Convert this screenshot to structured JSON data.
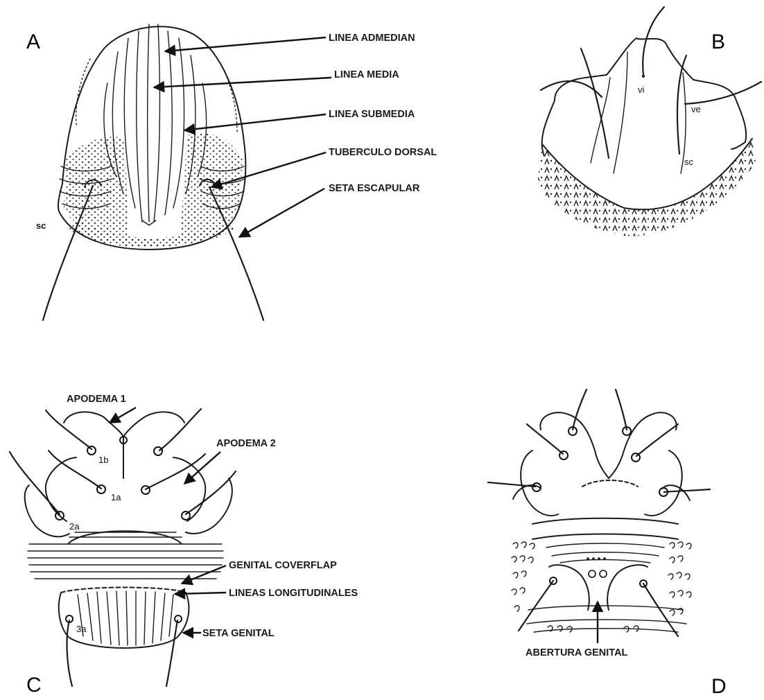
{
  "panels": {
    "a": {
      "letter": "A"
    },
    "b": {
      "letter": "B"
    },
    "c": {
      "letter": "C"
    },
    "d": {
      "letter": "D"
    }
  },
  "panel_a": {
    "labels": {
      "linea_admedian": "LINEA ADMEDIAN",
      "linea_media": "LINEA MEDIA",
      "linea_submedia": "LINEA SUBMEDIA",
      "tuberculo_dorsal": "TUBERCULO DORSAL",
      "seta_escapular": "SETA ESCAPULAR",
      "sc": "sc"
    }
  },
  "panel_b": {
    "labels": {
      "vi": "vi",
      "ve": "ve",
      "sc": "sc"
    }
  },
  "panel_c": {
    "labels": {
      "apodema_1": "APODEMA 1",
      "apodema_2": "APODEMA 2",
      "genital_coverflap": "GENITAL COVERFLAP",
      "lineas_longitudinales": "LINEAS LONGITUDINALES",
      "seta_genital": "SETA GENITAL",
      "s1b": "1b",
      "s1a": "1a",
      "s2a": "2a",
      "s3a": "3a"
    }
  },
  "panel_d": {
    "labels": {
      "abertura_genital": "ABERTURA GENITAL"
    }
  }
}
